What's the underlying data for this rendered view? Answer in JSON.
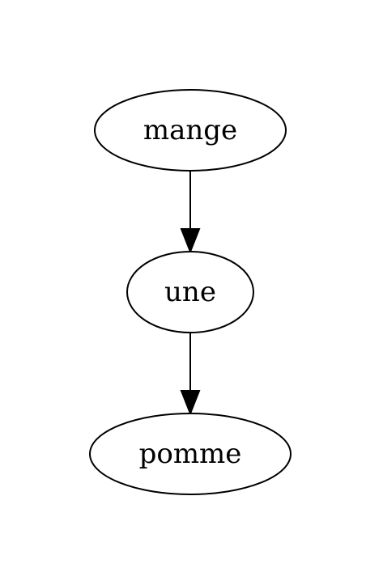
{
  "diagram": {
    "type": "directed-tree",
    "nodes": [
      {
        "id": "mange",
        "label": "mange"
      },
      {
        "id": "une",
        "label": "une"
      },
      {
        "id": "pomme",
        "label": "pomme"
      }
    ],
    "edges": [
      {
        "from": "mange",
        "to": "une"
      },
      {
        "from": "une",
        "to": "pomme"
      }
    ],
    "colors": {
      "stroke": "#000000",
      "fill": "#ffffff",
      "background": "#ffffff"
    }
  }
}
